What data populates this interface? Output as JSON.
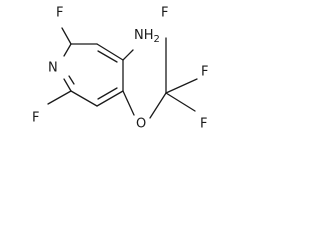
{
  "molecule": {
    "atoms": {
      "nitrogen": "N",
      "fluorine_top": "F",
      "amine": "NH",
      "amine_subscript": "2",
      "fluorine_bottom": "F",
      "oxygen": "O",
      "cf3_fluorine_top": "F",
      "cf3_fluorine_right": "F",
      "cf3_fluorine_bottom": "F"
    }
  }
}
